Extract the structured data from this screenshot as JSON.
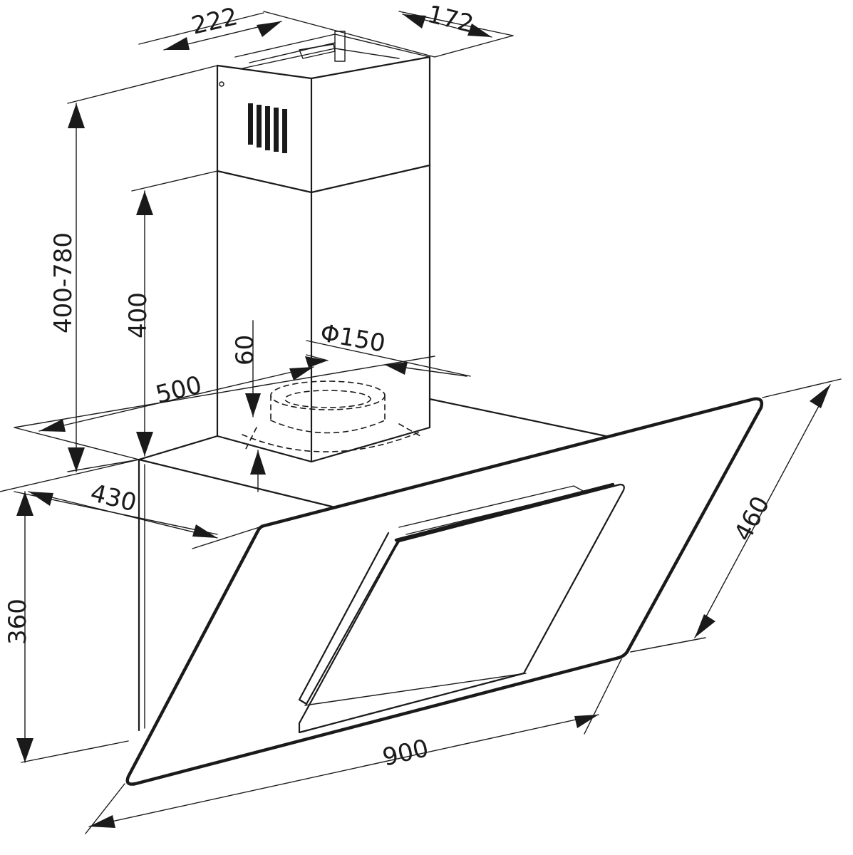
{
  "colors": {
    "line": "#1a1a1a",
    "background": "#ffffff"
  },
  "dimensions": {
    "chimney_width": "222",
    "chimney_depth": "172",
    "chimney_height_range": "400-780",
    "lower_chimney_height": "400",
    "outlet_diameter": "Φ150",
    "outlet_height": "60",
    "body_depth": "500",
    "side_depth": "430",
    "body_height": "360",
    "glass_height": "460",
    "total_width": "900"
  }
}
